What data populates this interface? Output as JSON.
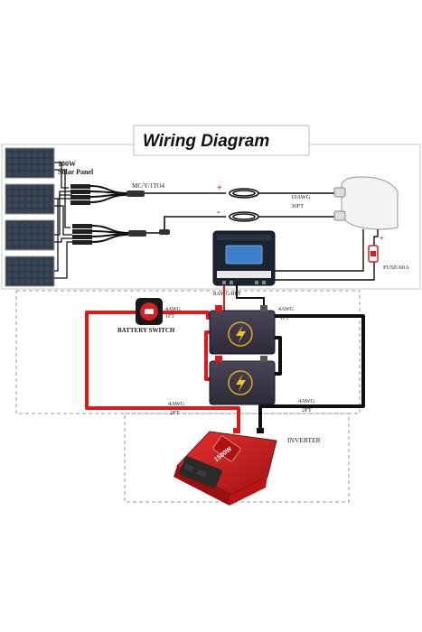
{
  "title": "Wiring Diagram",
  "solar_panel": {
    "label_line1": "100W",
    "label_line2": "Solar Panel",
    "count": 4
  },
  "branch_connector": {
    "label": "MC/Y/1TO4"
  },
  "pv_cable": {
    "gauge": "10AWG",
    "length": "30FT"
  },
  "polarity": {
    "plus": "+",
    "minus": "-"
  },
  "fuse": {
    "label": "FUSE/60A"
  },
  "controller_cable": {
    "text": "8AWG/8FT"
  },
  "battery_switch": {
    "label": "BATTERY SWITCH",
    "cable_gauge": "4AWG",
    "cable_length": "1FT"
  },
  "battery_link": {
    "gauge": "4AWG",
    "length": "1FT"
  },
  "inverter_red_cable": {
    "gauge": "4AWG",
    "length": "2FT"
  },
  "inverter_black_cable": {
    "gauge": "4AWG",
    "length": "2FT"
  },
  "inverter": {
    "label": "INVERTER",
    "model_text": "1500W"
  },
  "colors": {
    "positive": "#e01818",
    "negative": "#111111",
    "inverter_body": "#d42020",
    "panel": "#2b3440",
    "battery": "#3a3548"
  }
}
